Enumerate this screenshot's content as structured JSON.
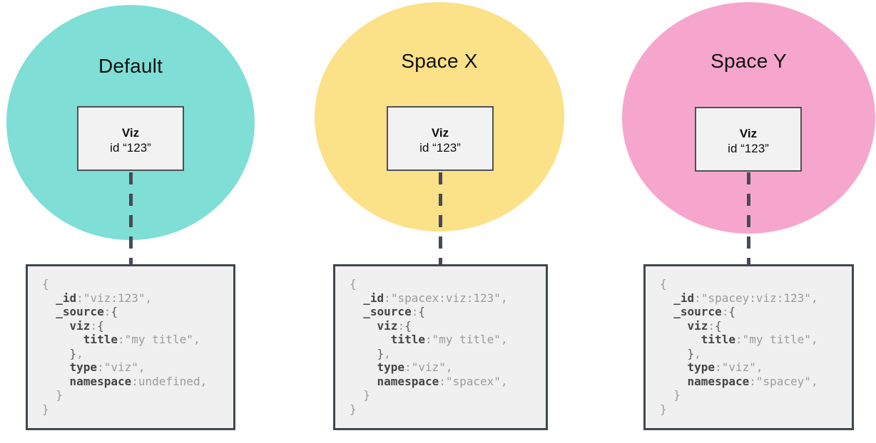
{
  "colors": {
    "heading_text": "#111111",
    "card_fill": "#F2F2F2",
    "card_border": "#4D5257",
    "code_fill": "#F0F0F1",
    "code_border": "#40474F",
    "dash_line": "#454C55",
    "code_key": "#454547",
    "code_value": "#9C9C9E",
    "code_brace": "#5E5E62"
  },
  "panels": [
    {
      "space_label": "Default",
      "circle_color": "#7FDED6",
      "card": {
        "title": "Viz",
        "id_line": "id “123”"
      },
      "code_lines": [
        [
          {
            "t": "{",
            "c": "v"
          }
        ],
        [
          {
            "t": "  ",
            "c": "v"
          },
          {
            "t": "_id",
            "c": "k"
          },
          {
            "t": ":",
            "c": "v"
          },
          {
            "t": "\"viz:123\",",
            "c": "v"
          }
        ],
        [
          {
            "t": "  ",
            "c": "v"
          },
          {
            "t": "_source",
            "c": "k"
          },
          {
            "t": ":",
            "c": "v"
          },
          {
            "t": "{",
            "c": "b"
          }
        ],
        [
          {
            "t": "    ",
            "c": "v"
          },
          {
            "t": "viz",
            "c": "k"
          },
          {
            "t": ":",
            "c": "v"
          },
          {
            "t": "{",
            "c": "b"
          }
        ],
        [
          {
            "t": "      ",
            "c": "v"
          },
          {
            "t": "title",
            "c": "k"
          },
          {
            "t": ":",
            "c": "v"
          },
          {
            "t": "\"my title\",",
            "c": "v"
          }
        ],
        [
          {
            "t": "    ",
            "c": "v"
          },
          {
            "t": "}",
            "c": "b"
          },
          {
            "t": ",",
            "c": "v"
          }
        ],
        [
          {
            "t": "    ",
            "c": "v"
          },
          {
            "t": "type",
            "c": "k"
          },
          {
            "t": ":",
            "c": "v"
          },
          {
            "t": "\"viz\",",
            "c": "v"
          }
        ],
        [
          {
            "t": "    ",
            "c": "v"
          },
          {
            "t": "namespace",
            "c": "k"
          },
          {
            "t": ":",
            "c": "v"
          },
          {
            "t": "undefined,",
            "c": "v"
          }
        ],
        [
          {
            "t": "  }",
            "c": "v"
          }
        ],
        [
          {
            "t": "}",
            "c": "v"
          }
        ]
      ]
    },
    {
      "space_label": "Space X",
      "circle_color": "#FBE187",
      "card": {
        "title": "Viz",
        "id_line": "id “123”"
      },
      "code_lines": [
        [
          {
            "t": "{",
            "c": "v"
          }
        ],
        [
          {
            "t": "  ",
            "c": "v"
          },
          {
            "t": "_id",
            "c": "k"
          },
          {
            "t": ":",
            "c": "v"
          },
          {
            "t": "\"spacex:viz:123\",",
            "c": "v"
          }
        ],
        [
          {
            "t": "  ",
            "c": "v"
          },
          {
            "t": "_source",
            "c": "k"
          },
          {
            "t": ":",
            "c": "v"
          },
          {
            "t": "{",
            "c": "b"
          }
        ],
        [
          {
            "t": "    ",
            "c": "v"
          },
          {
            "t": "viz",
            "c": "k"
          },
          {
            "t": ":",
            "c": "v"
          },
          {
            "t": "{",
            "c": "b"
          }
        ],
        [
          {
            "t": "      ",
            "c": "v"
          },
          {
            "t": "title",
            "c": "k"
          },
          {
            "t": ":",
            "c": "v"
          },
          {
            "t": "\"my title\",",
            "c": "v"
          }
        ],
        [
          {
            "t": "    ",
            "c": "v"
          },
          {
            "t": "}",
            "c": "b"
          },
          {
            "t": ",",
            "c": "v"
          }
        ],
        [
          {
            "t": "    ",
            "c": "v"
          },
          {
            "t": "type",
            "c": "k"
          },
          {
            "t": ":",
            "c": "v"
          },
          {
            "t": "\"viz\",",
            "c": "v"
          }
        ],
        [
          {
            "t": "    ",
            "c": "v"
          },
          {
            "t": "namespace",
            "c": "k"
          },
          {
            "t": ":",
            "c": "v"
          },
          {
            "t": "\"spacex\",",
            "c": "v"
          }
        ],
        [
          {
            "t": "  }",
            "c": "v"
          }
        ],
        [
          {
            "t": "}",
            "c": "v"
          }
        ]
      ]
    },
    {
      "space_label": "Space Y",
      "circle_color": "#F6A6CD",
      "card": {
        "title": "Viz",
        "id_line": "id “123”"
      },
      "code_lines": [
        [
          {
            "t": "{",
            "c": "v"
          }
        ],
        [
          {
            "t": "  ",
            "c": "v"
          },
          {
            "t": "_id",
            "c": "k"
          },
          {
            "t": ":",
            "c": "v"
          },
          {
            "t": "\"spacey:viz:123\",",
            "c": "v"
          }
        ],
        [
          {
            "t": "  ",
            "c": "v"
          },
          {
            "t": "_source",
            "c": "k"
          },
          {
            "t": ":",
            "c": "v"
          },
          {
            "t": "{",
            "c": "b"
          }
        ],
        [
          {
            "t": "    ",
            "c": "v"
          },
          {
            "t": "viz",
            "c": "k"
          },
          {
            "t": ":",
            "c": "v"
          },
          {
            "t": "{",
            "c": "b"
          }
        ],
        [
          {
            "t": "      ",
            "c": "v"
          },
          {
            "t": "title",
            "c": "k"
          },
          {
            "t": ":",
            "c": "v"
          },
          {
            "t": "\"my title\",",
            "c": "v"
          }
        ],
        [
          {
            "t": "    ",
            "c": "v"
          },
          {
            "t": "}",
            "c": "b"
          },
          {
            "t": ",",
            "c": "v"
          }
        ],
        [
          {
            "t": "    ",
            "c": "v"
          },
          {
            "t": "type",
            "c": "k"
          },
          {
            "t": ":",
            "c": "v"
          },
          {
            "t": "\"viz\",",
            "c": "v"
          }
        ],
        [
          {
            "t": "    ",
            "c": "v"
          },
          {
            "t": "namespace",
            "c": "k"
          },
          {
            "t": ":",
            "c": "v"
          },
          {
            "t": "\"spacey\",",
            "c": "v"
          }
        ],
        [
          {
            "t": "  }",
            "c": "v"
          }
        ],
        [
          {
            "t": "}",
            "c": "v"
          }
        ]
      ]
    }
  ]
}
